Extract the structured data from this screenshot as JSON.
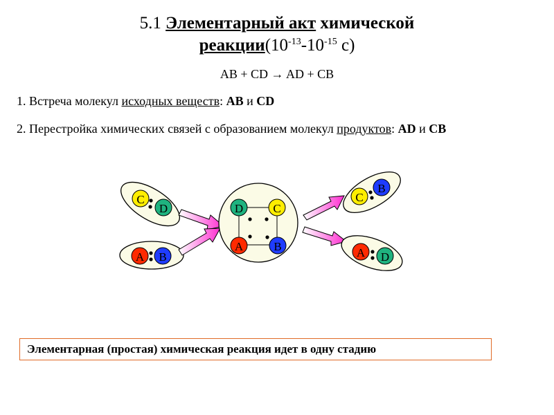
{
  "title": {
    "number": "5.1",
    "underlined": "Элементарный акт",
    "rest_line1": "химической",
    "line2_word": "реакции",
    "time_open": "(10",
    "exp1": "-13",
    "dash": "-10",
    "exp2": "-15",
    "time_close": " с)"
  },
  "equation": "AB + CD → AD + CB",
  "point1": {
    "prefix": "1. Встреча молекул ",
    "underlined": "исходных веществ",
    "colon": ":  ",
    "m1": "AB",
    "and": " и ",
    "m2": "CD"
  },
  "point2": {
    "prefix": "2. Перестройка химических связей с образованием молекул ",
    "underlined": "продуктов",
    "colon": ": ",
    "m1": "AD",
    "and": " и ",
    "m2": "CB"
  },
  "diagram": {
    "atoms": {
      "A": {
        "label": "A",
        "color": "#ff2a00"
      },
      "B": {
        "label": "B",
        "color": "#1f3cff"
      },
      "C": {
        "label": "C",
        "color": "#ffee00"
      },
      "D": {
        "label": "D",
        "color": "#1fb37f"
      }
    },
    "arrow_color": "#ff2bd0"
  },
  "note": "Элементарная (простая) химическая реакция идет в одну стадию"
}
